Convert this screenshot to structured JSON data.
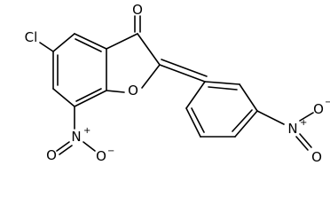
{
  "molecule": {
    "atoms": {
      "carbonyl_oxygen": "O",
      "ring_oxygen": "O",
      "chlorine": "Cl",
      "nitro_left": {
        "n": "N",
        "charge": "+",
        "o_double": "O",
        "o_single": "O",
        "o_charge": "−"
      },
      "nitro_right": {
        "n": "N",
        "charge": "+",
        "o_double": "O",
        "o_single": "O",
        "o_charge": "−"
      }
    }
  },
  "colors": {
    "ink": "#000000",
    "background": "#ffffff"
  }
}
